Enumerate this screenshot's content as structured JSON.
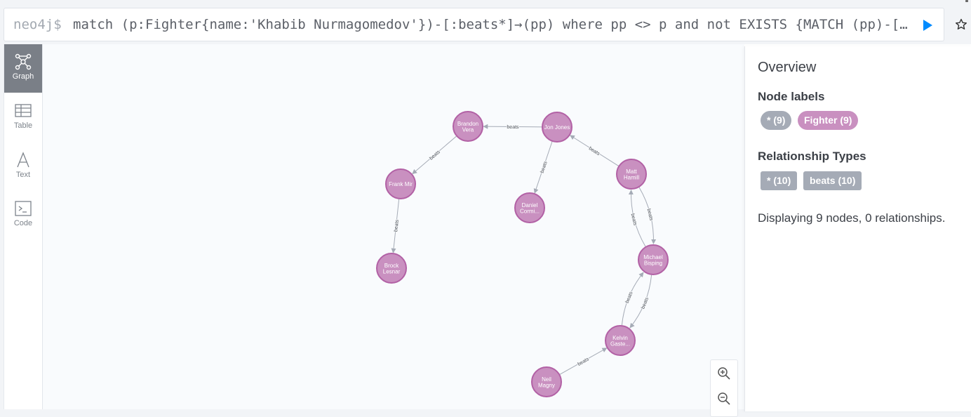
{
  "editor": {
    "prompt": "neo4j$",
    "query": "match (p:Fighter{name:'Khabib Nurmagomedov'})-[:beats*]→(pp) where pp <> p and not EXISTS {MATCH (pp)-[:beats]->(p)} return p, pp"
  },
  "sidebar": {
    "items": [
      {
        "label": "Graph",
        "icon": "graph-icon",
        "active": true
      },
      {
        "label": "Table",
        "icon": "table-icon",
        "active": false
      },
      {
        "label": "Text",
        "icon": "text-icon",
        "active": false
      },
      {
        "label": "Code",
        "icon": "code-icon",
        "active": false
      }
    ]
  },
  "graph": {
    "node_color": "#c990c0",
    "node_stroke": "#b261a5",
    "edge_color": "#a5abb6",
    "nodes": [
      {
        "id": "brandon",
        "line1": "Brandon",
        "line2": "Vera"
      },
      {
        "id": "jon",
        "line1": "Jon Jones",
        "line2": ""
      },
      {
        "id": "frank",
        "line1": "Frank Mir",
        "line2": ""
      },
      {
        "id": "daniel",
        "line1": "Daniel",
        "line2": "Cormi..."
      },
      {
        "id": "matt",
        "line1": "Matt",
        "line2": "Hamill"
      },
      {
        "id": "brock",
        "line1": "Brock",
        "line2": "Lesnar"
      },
      {
        "id": "michael",
        "line1": "Michael",
        "line2": "Bisping"
      },
      {
        "id": "kelvin",
        "line1": "Kelvin",
        "line2": "Gaste..."
      },
      {
        "id": "neil",
        "line1": "Neil",
        "line2": "Magny"
      }
    ],
    "edges": [
      {
        "from": "jon",
        "to": "brandon",
        "label": "beats"
      },
      {
        "from": "brandon",
        "to": "frank",
        "label": "beats"
      },
      {
        "from": "frank",
        "to": "brock",
        "label": "beats"
      },
      {
        "from": "jon",
        "to": "daniel",
        "label": "beats"
      },
      {
        "from": "matt",
        "to": "jon",
        "label": "beats"
      },
      {
        "from": "michael",
        "to": "matt",
        "label": "beats"
      },
      {
        "from": "matt",
        "to": "michael",
        "label": "beats"
      },
      {
        "from": "michael",
        "to": "kelvin",
        "label": "beats"
      },
      {
        "from": "kelvin",
        "to": "michael",
        "label": "beats"
      },
      {
        "from": "neil",
        "to": "kelvin",
        "label": "beats"
      }
    ]
  },
  "overview": {
    "title": "Overview",
    "node_labels_heading": "Node labels",
    "node_labels": [
      {
        "text": "* (9)",
        "color": "#a5abb6"
      },
      {
        "text": "Fighter (9)",
        "color": "#c990c0"
      }
    ],
    "rel_types_heading": "Relationship Types",
    "rel_types": [
      {
        "text": "* (10)"
      },
      {
        "text": "beats (10)"
      }
    ],
    "status": "Displaying 9 nodes, 0 relationships."
  },
  "colors": {
    "accent": "#018bff",
    "active_tab": "#7a7f87"
  }
}
